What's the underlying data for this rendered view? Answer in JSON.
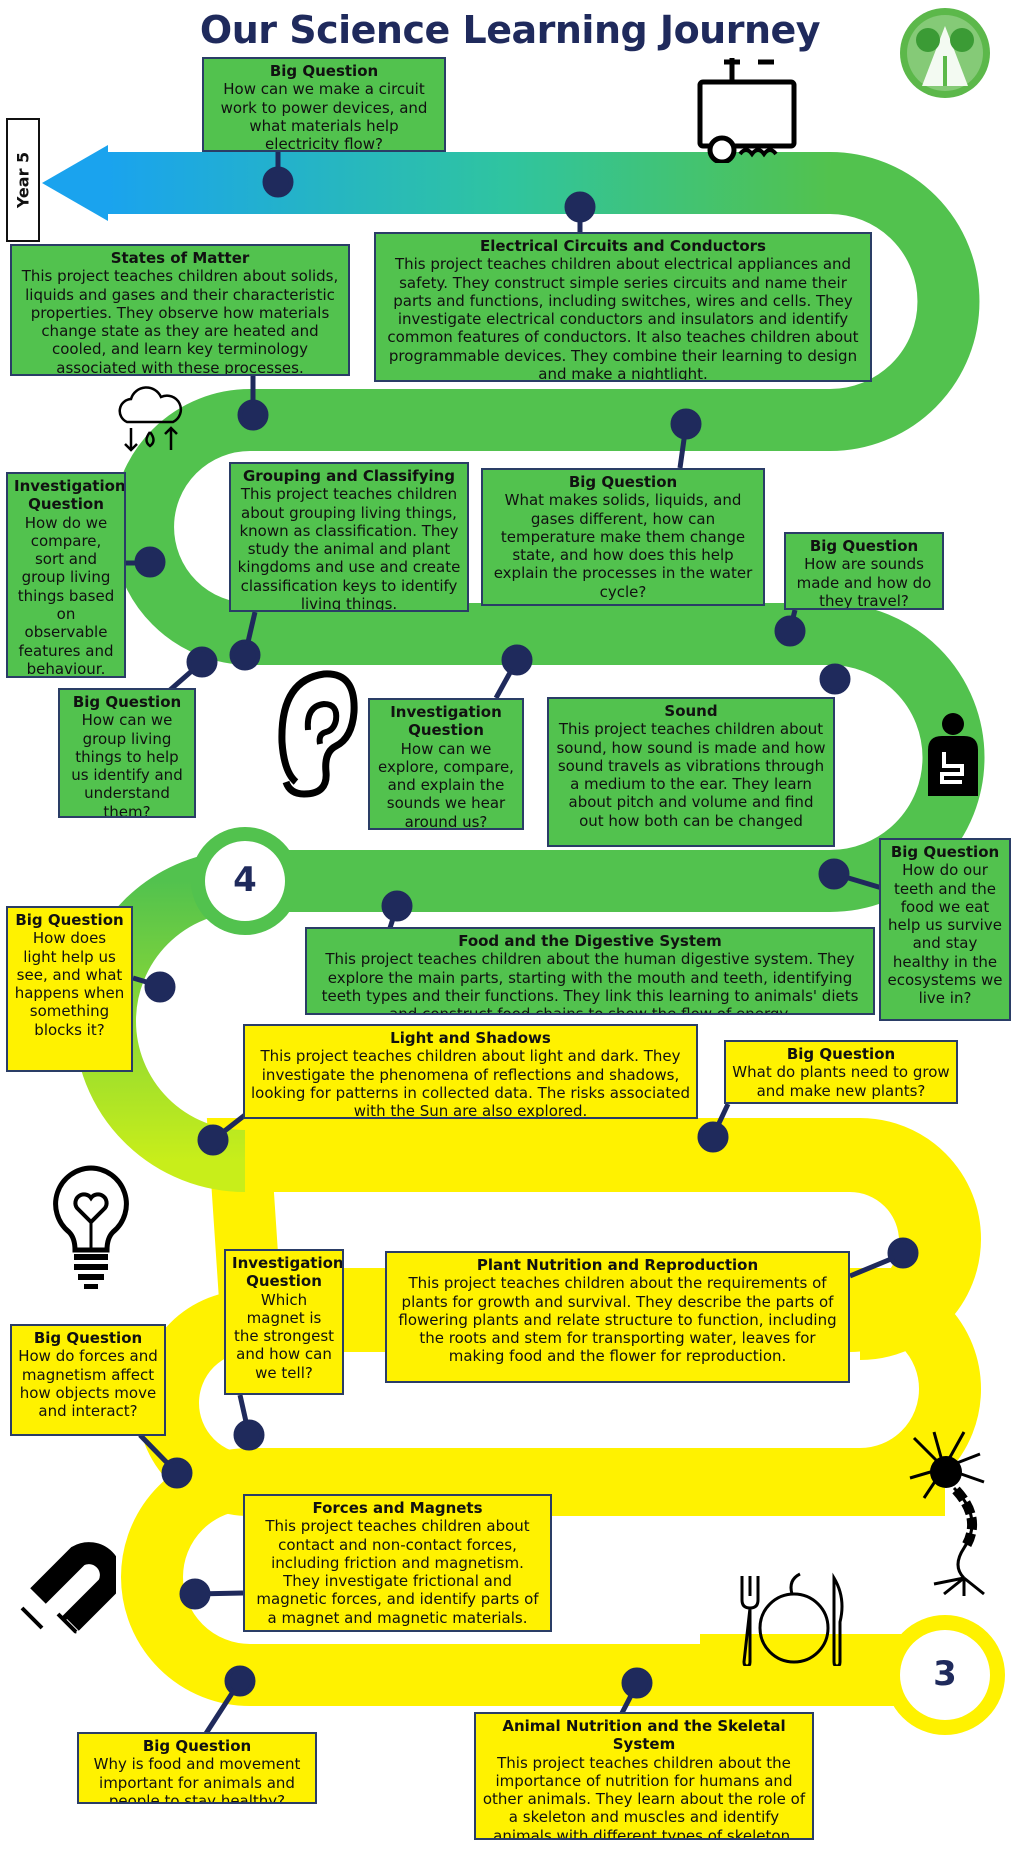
{
  "title": "Our Science Learning Journey",
  "year_label": "Year 5",
  "milestones": {
    "four": "4",
    "three": "3"
  },
  "colors": {
    "title": "#1f2a5c",
    "green": "#52c24e",
    "yellow": "#fff200",
    "blue": "#1fa9e8",
    "pin": "#1f2a5c"
  },
  "icons": [
    "tree-logo-icon",
    "circuit-battery-icon",
    "cloud-rain-icon",
    "ear-icon",
    "digestive-system-icon",
    "lightbulb-heart-icon",
    "neuron-icon",
    "magnet-icon",
    "cutlery-plate-icon"
  ],
  "boxes": {
    "bq_circuit": {
      "heading": "Big Question",
      "text": "How can we make a circuit work to power devices, and what materials help electricity flow?"
    },
    "electrical": {
      "heading": "Electrical Circuits and Conductors",
      "text": "This project teaches children about electrical appliances and safety. They construct simple series circuits and name their parts and functions, including switches, wires and cells. They investigate electrical conductors and insulators and identify common features of conductors. It also teaches children about programmable devices. They combine their learning to design and make a nightlight."
    },
    "states": {
      "heading": "States of Matter",
      "text": "This project teaches children about solids, liquids and gases and their characteristic properties. They observe how materials change state as they are heated and cooled, and learn key terminology associated with these processes."
    },
    "iq_compare": {
      "heading": "Investigation Question",
      "text": "How do we compare, sort and group living things based on observable features and behaviour."
    },
    "grouping": {
      "heading": "Grouping and Classifying",
      "text": "This project teaches children about grouping living things, known as classification. They study the animal and plant kingdoms and use and create classification keys to identify living things."
    },
    "bq_states": {
      "heading": "Big Question",
      "text": "What makes solids, liquids, and gases different, how can temperature make them change state, and how does this help explain the processes in the water cycle?"
    },
    "bq_sounds": {
      "heading": "Big Question",
      "text": "How are sounds made and how do they travel?"
    },
    "bq_group": {
      "heading": "Big Question",
      "text": "How can we group living things to help us identify and understand them?"
    },
    "iq_sounds": {
      "heading": "Investigation Question",
      "text": "How can we explore, compare, and explain the sounds we hear around us?"
    },
    "sound": {
      "heading": "Sound",
      "text": "This project teaches children about sound, how sound is made and how sound travels as vibrations through a medium to the ear. They learn about pitch and volume and find out how both can be changed"
    },
    "bq_teeth": {
      "heading": "Big Question",
      "text": "How do our teeth and the food we eat help us survive and stay healthy in the ecosystems we live in?"
    },
    "bq_light": {
      "heading": "Big Question",
      "text": "How does light help us see, and what happens when something blocks it?"
    },
    "digestive": {
      "heading": "Food and the Digestive System",
      "text": "This project teaches children about the human digestive system. They explore the main parts, starting with the mouth and teeth, identifying teeth types and their functions. They link this learning to animals' diets and construct food chains to show the flow of energy."
    },
    "light": {
      "heading": "Light and Shadows",
      "text": "This project teaches children about light and dark. They investigate the phenomena of reflections and shadows, looking for patterns in collected data. The risks associated with the Sun are also explored."
    },
    "bq_plants": {
      "heading": "Big Question",
      "text": "What do plants need to grow and make new plants?"
    },
    "iq_magnet": {
      "heading": "Investigation Question",
      "text": "Which magnet is the strongest and how can we tell?"
    },
    "plants": {
      "heading": "Plant Nutrition and Reproduction",
      "text": "This project teaches children about the requirements of plants for growth and survival. They describe the parts of flowering plants and relate structure to function, including the roots and stem for transporting water, leaves for making food and the flower for reproduction."
    },
    "bq_forces": {
      "heading": "Big Question",
      "text": "How do forces and magnetism affect how objects move and interact?"
    },
    "forces": {
      "heading": "Forces and Magnets",
      "text": "This project teaches children about contact and non-contact forces, including friction and magnetism. They investigate frictional and magnetic forces, and identify parts of a magnet and magnetic materials."
    },
    "bq_food": {
      "heading": "Big Question",
      "text": "Why is food and movement important for animals and people to stay healthy?"
    },
    "animal": {
      "heading": "Animal Nutrition and the Skeletal System",
      "text": "This project teaches children about the importance of nutrition for humans and other animals. They learn about the role of a skeleton and muscles and identify animals with different types of skeleton."
    }
  }
}
